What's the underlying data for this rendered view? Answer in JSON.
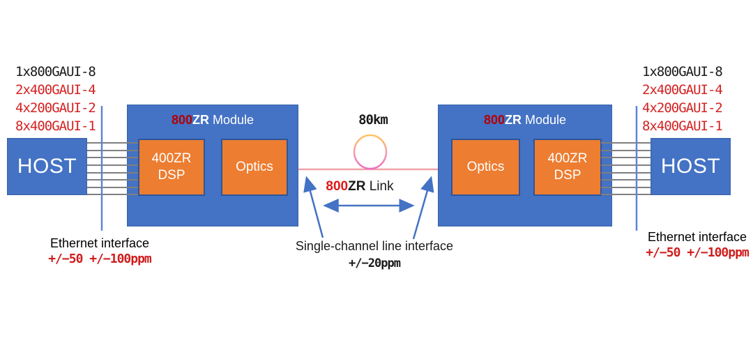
{
  "colors": {
    "module_blue": "#4472C4",
    "chip_orange": "#ED7D31",
    "title_red": "#B40000",
    "label_red": "#D42222",
    "wire_gray": "#7F7F7F",
    "fiber_pink": "#F1A3A8",
    "loop_gradient_top": "#FFC45E",
    "loop_gradient_bottom": "#EC6EC2",
    "arrow_blue": "#4472C4",
    "host_rail_blue": "#5C85D6"
  },
  "hosts": {
    "left_label": "HOST",
    "right_label": "HOST"
  },
  "interfaces": {
    "left_rates": [
      "1x800GAUI-8",
      "2x400GAUI-4",
      "4x200GAUI-2",
      "8x400GAUI-1"
    ],
    "right_rates": [
      "1x800GAUI-8",
      "2x400GAUI-4",
      "4x200GAUI-2",
      "8x400GAUI-1"
    ]
  },
  "modules": {
    "left": {
      "title_800": "800",
      "title_zr": "ZR",
      "title_rest": " Module",
      "dsp_line1": "400ZR",
      "dsp_line2": "DSP",
      "optics": "Optics"
    },
    "right": {
      "title_800": "800",
      "title_zr": "ZR",
      "title_rest": " Module",
      "dsp_line1": "400ZR",
      "dsp_line2": "DSP",
      "optics": "Optics"
    }
  },
  "link": {
    "distance": "80km",
    "label_800": "800",
    "label_zr": "ZR",
    "label_rest": " Link"
  },
  "annotations": {
    "ethernet_left": {
      "line1": "Ethernet interface",
      "line2": "+/−50 +/−100ppm"
    },
    "ethernet_right": {
      "line1": "Ethernet interface",
      "line2": "+/−50 +/−100ppm"
    },
    "line_interface": {
      "line1": "Single-channel line interface",
      "line2": "+/−20ppm"
    }
  }
}
